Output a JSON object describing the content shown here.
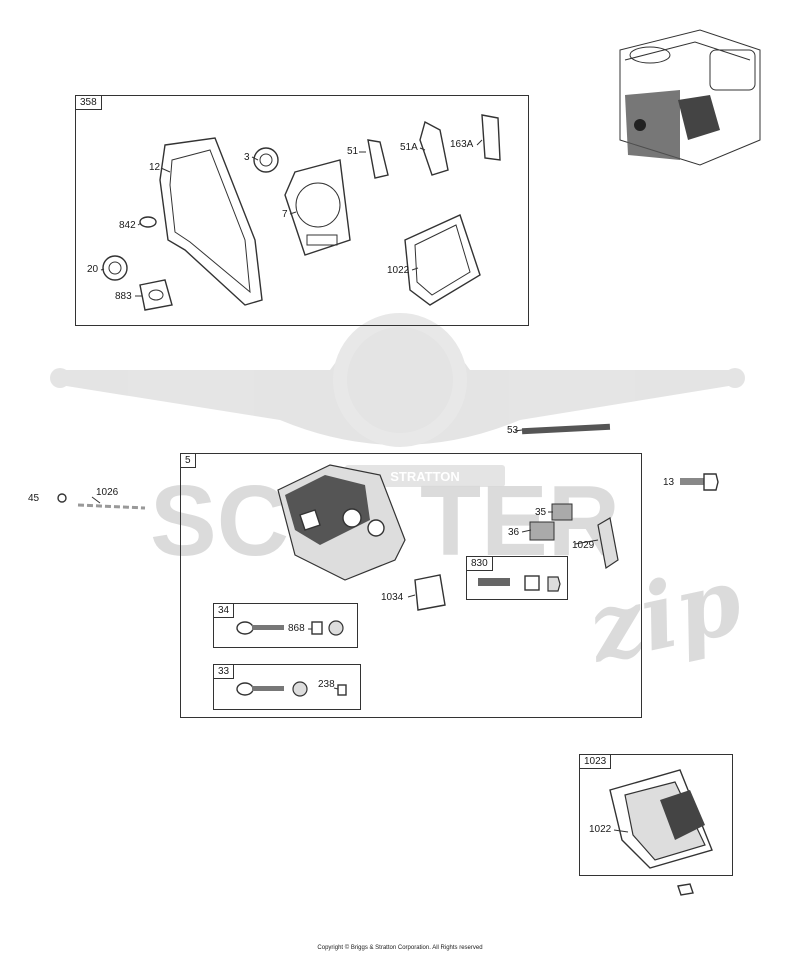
{
  "watermark": {
    "brand_left": "SCO",
    "brand_right": "TER",
    "script_text": "zip",
    "ribbon_text": "STRATTON"
  },
  "boxes": {
    "box_358": {
      "tag": "358"
    },
    "box_5": {
      "tag": "5"
    },
    "box_34": {
      "tag": "34"
    },
    "box_33": {
      "tag": "33"
    },
    "box_830": {
      "tag": "830"
    },
    "box_1023": {
      "tag": "1023"
    }
  },
  "labels": {
    "p12": "12",
    "p3": "3",
    "p51": "51",
    "p51a": "51A",
    "p163a": "163A",
    "p7": "7",
    "p842": "842",
    "p20": "20",
    "p883": "883",
    "p1022a": "1022",
    "p53": "53",
    "p45": "45",
    "p1026": "1026",
    "p13": "13",
    "p35": "35",
    "p36": "36",
    "p1029": "1029",
    "p1034": "1034",
    "p868": "868",
    "p238": "238",
    "p1022b": "1022"
  },
  "copyright": "Copyright © Briggs & Stratton Corporation. All Rights reserved"
}
